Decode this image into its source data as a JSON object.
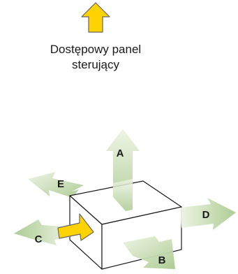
{
  "legend": {
    "line1": "Dostępowy panel",
    "line2": "sterujący",
    "icon": "yellow-up-arrow-icon"
  },
  "arrows": {
    "a": "A",
    "b": "B",
    "c": "C",
    "d": "D",
    "e": "E"
  },
  "colors": {
    "panel_arrow_fill": "#ffd200",
    "panel_arrow_stroke": "#666666",
    "clearance_arrow_light": "#eef4e4",
    "clearance_arrow_dark": "#a9c98f",
    "box_stroke": "#1a1a1a",
    "box_fill": "#ffffff"
  }
}
